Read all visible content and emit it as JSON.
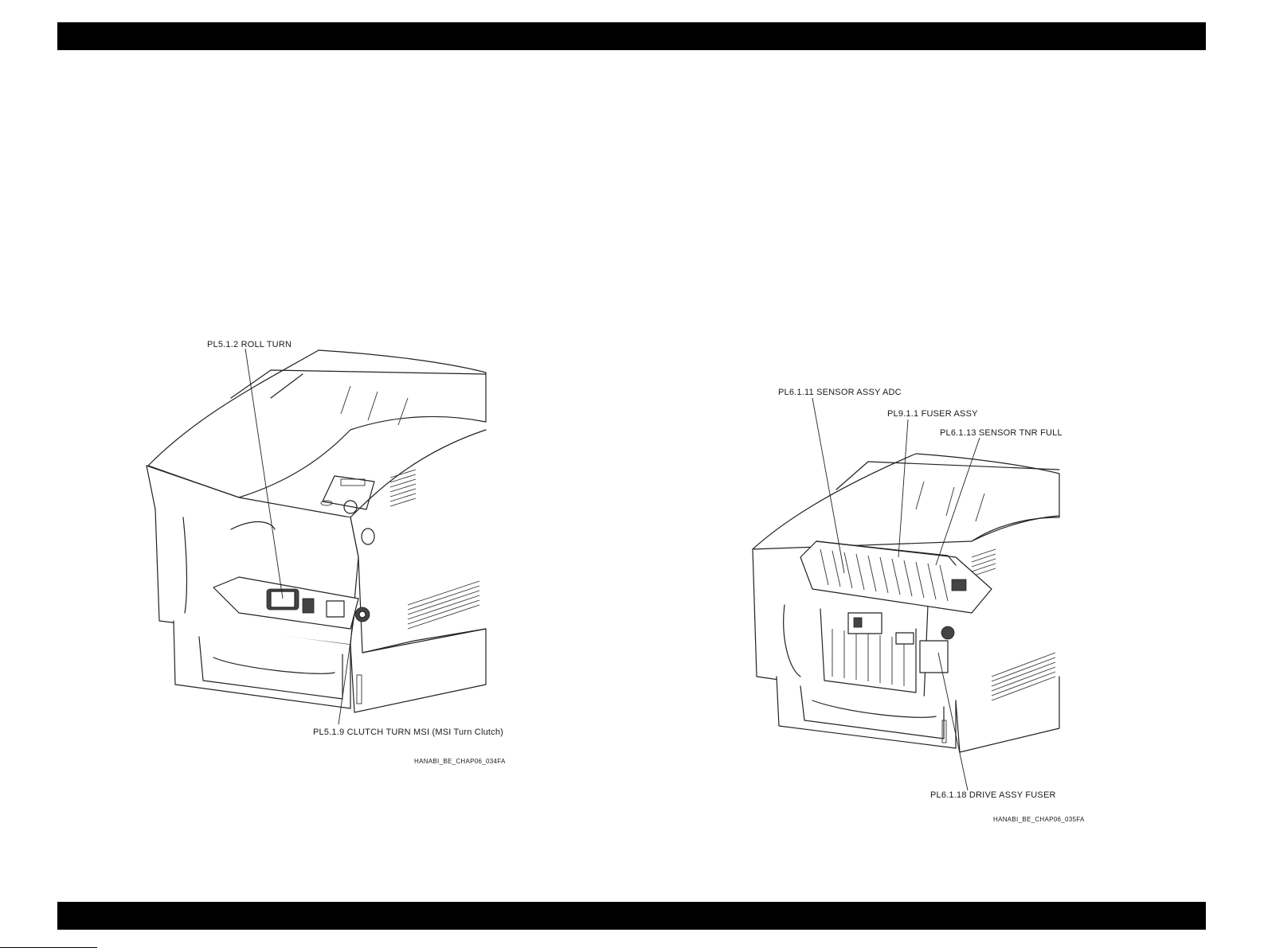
{
  "figures": [
    {
      "callouts": [
        {
          "text": "PL5.1.2 ROLL TURN"
        },
        {
          "text": "PL5.1.9 CLUTCH TURN MSI (MSI Turn Clutch)"
        }
      ],
      "figure_code": "HANABI_BE_CHAP06_034FA"
    },
    {
      "callouts": [
        {
          "text": "PL6.1.11 SENSOR ASSY ADC"
        },
        {
          "text": "PL9.1.1 FUSER ASSY"
        },
        {
          "text": "PL6.1.13 SENSOR TNR FULL"
        },
        {
          "text": "PL6.1.18 DRIVE ASSY FUSER"
        }
      ],
      "figure_code": "HANABI_BE_CHAP06_035FA"
    }
  ]
}
